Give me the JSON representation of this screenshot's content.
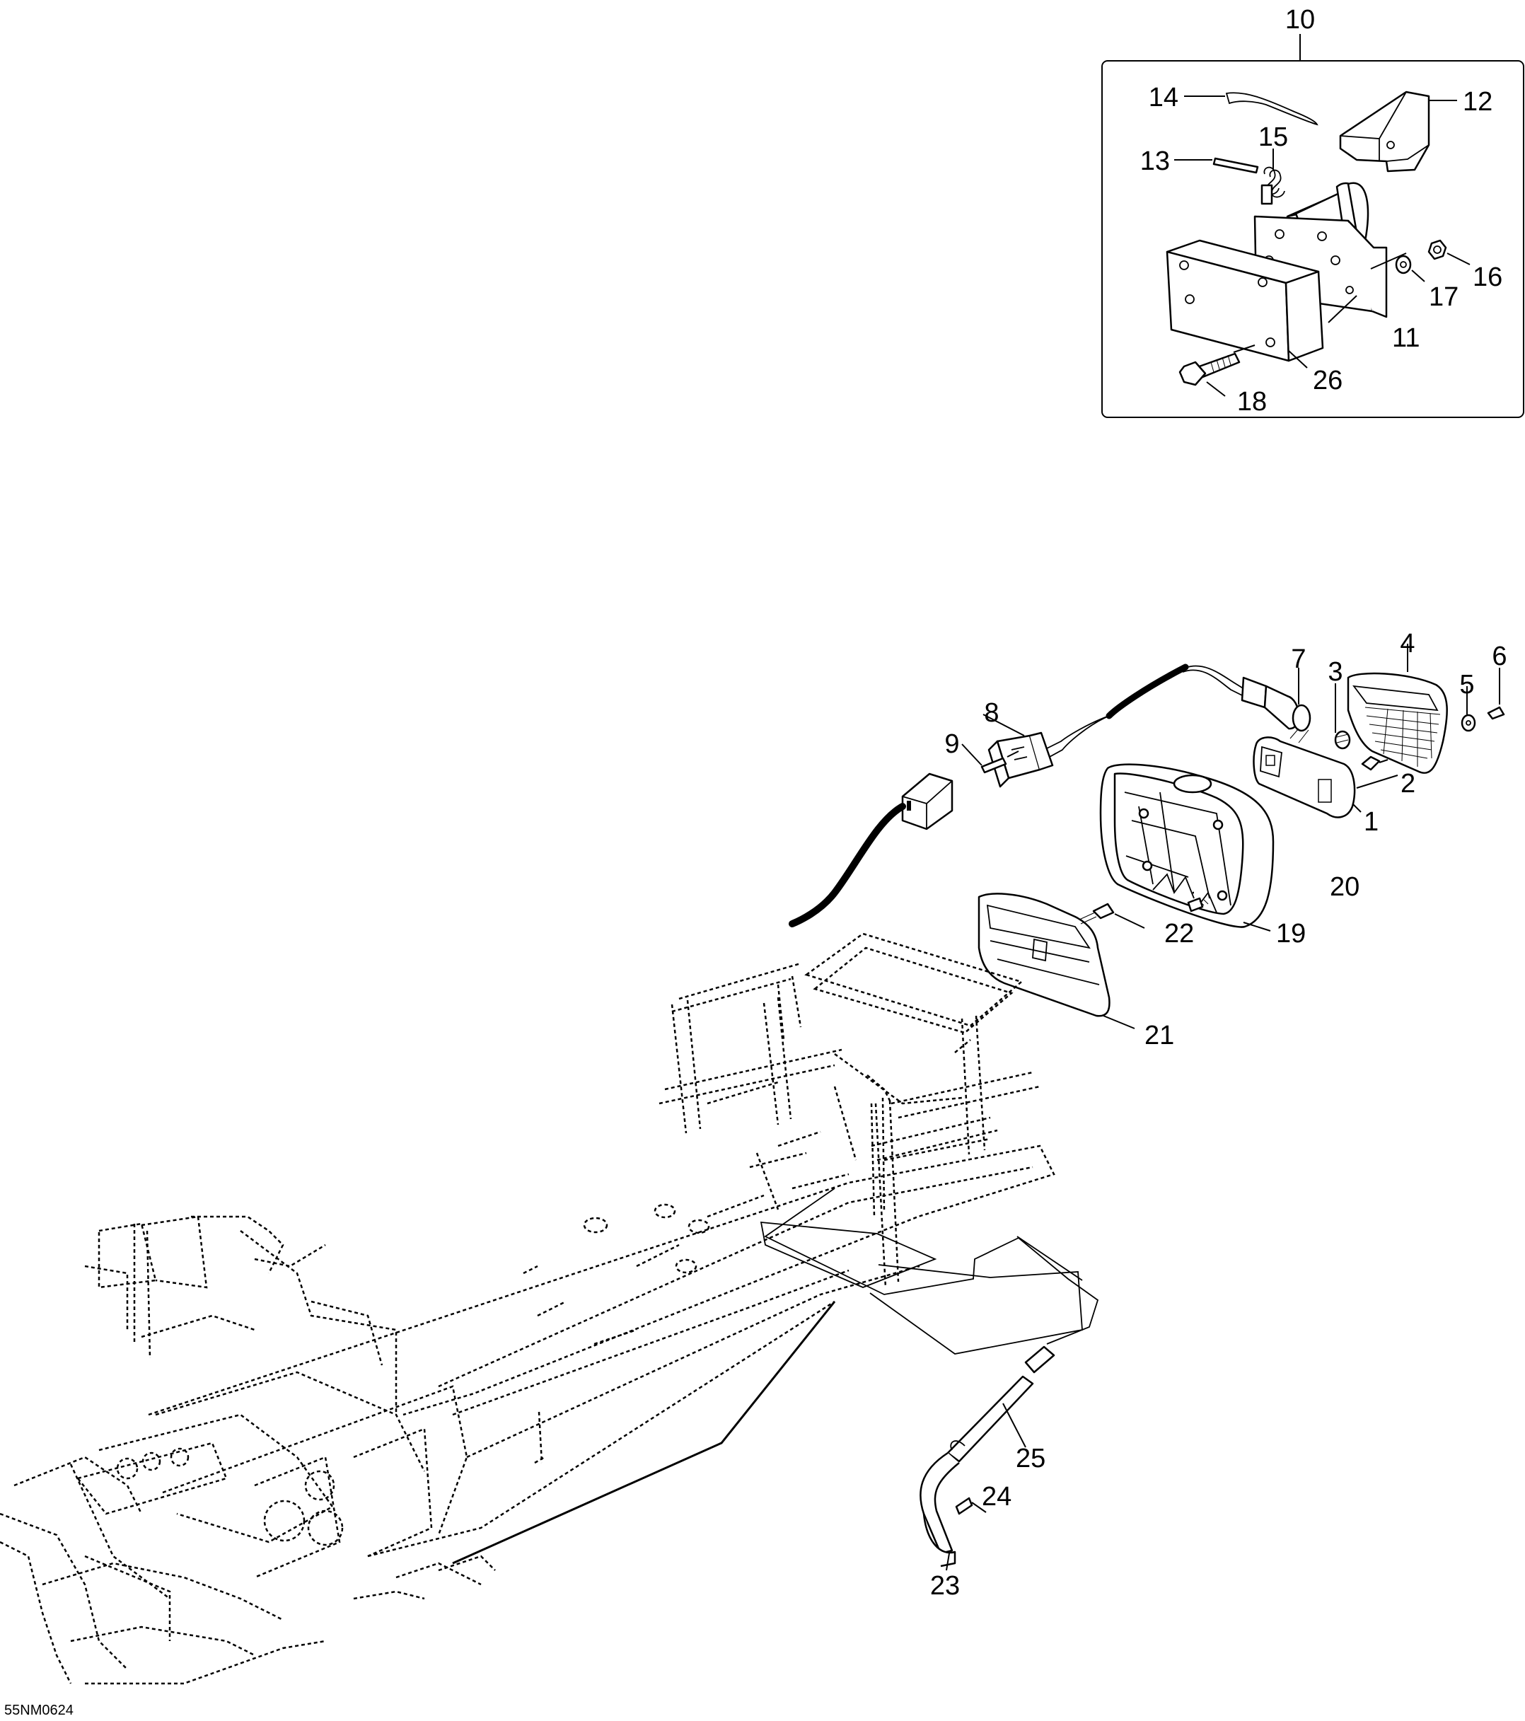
{
  "diagram": {
    "reference_code": "55NM0624",
    "callouts": {
      "c1": "1",
      "c2": "2",
      "c3": "3",
      "c4": "4",
      "c5": "5",
      "c6": "6",
      "c7": "7",
      "c8": "8",
      "c9": "9",
      "c10": "10",
      "c11": "11",
      "c12": "12",
      "c13": "13",
      "c14": "14",
      "c15": "15",
      "c16": "16",
      "c17": "17",
      "c18": "18",
      "c19": "19",
      "c20": "20",
      "c21": "21",
      "c22": "22",
      "c23": "23",
      "c24": "24",
      "c25": "25",
      "c26": "26"
    }
  }
}
